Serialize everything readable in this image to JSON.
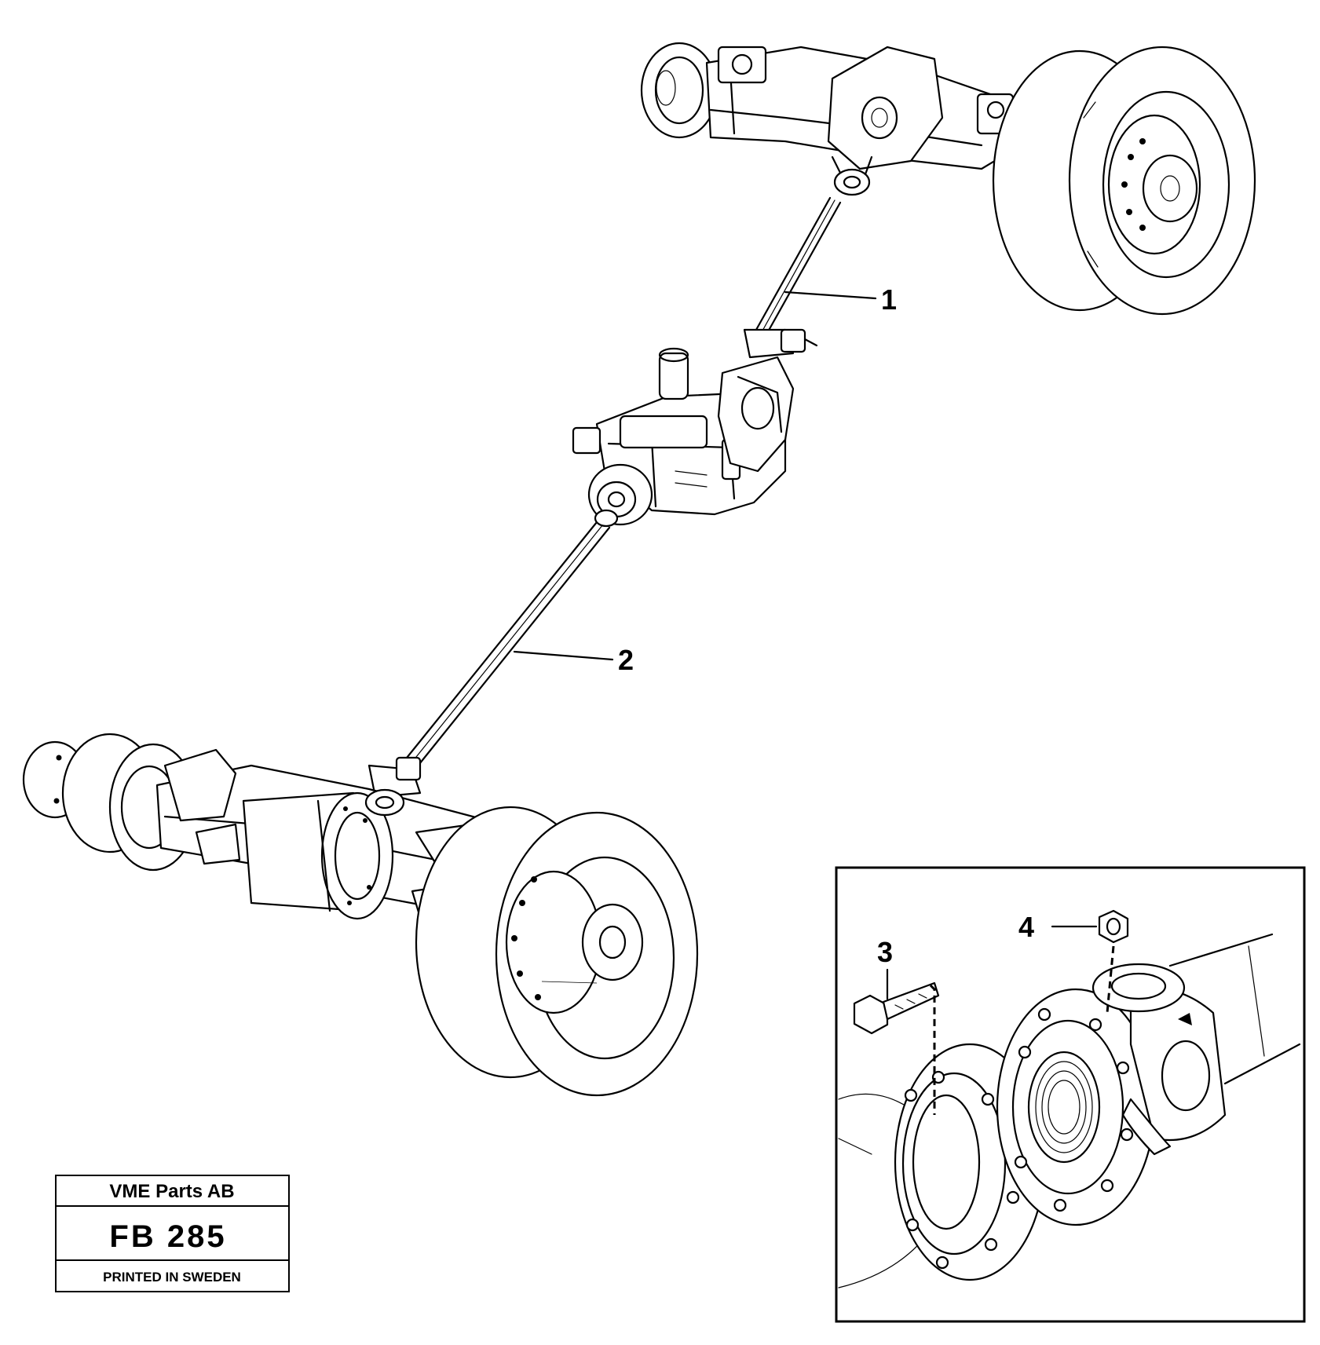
{
  "callouts": {
    "c1": "1",
    "c2": "2",
    "c3": "3",
    "c4": "4"
  },
  "title_block": {
    "company": "VME Parts AB",
    "code": "FB 285",
    "printed": "PRINTED IN SWEDEN"
  }
}
